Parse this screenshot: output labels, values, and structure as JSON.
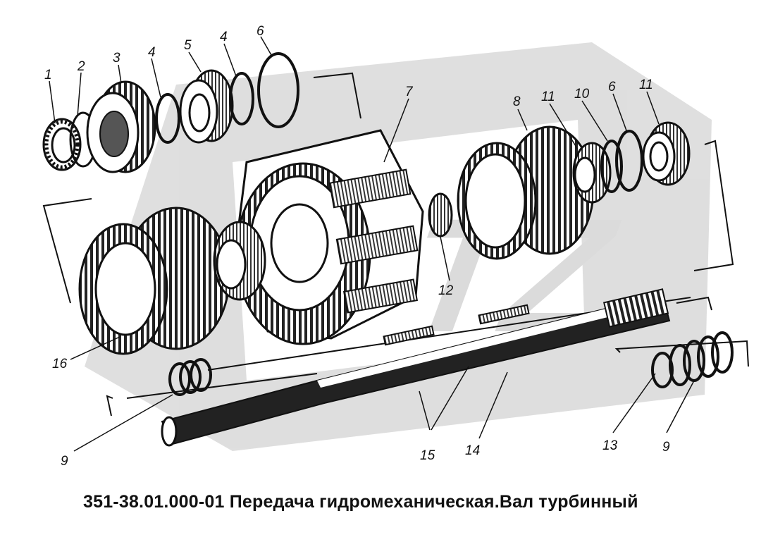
{
  "caption": "351-38.01.000-01 Передача гидромеханическая.Вал турбинный",
  "callouts": {
    "c1": "1",
    "c2": "2",
    "c3": "3",
    "c4a": "4",
    "c5": "5",
    "c4b": "4",
    "c6a": "6",
    "c7": "7",
    "c8": "8",
    "c11a": "11",
    "c10": "10",
    "c6b": "6",
    "c11b": "11",
    "c12": "12",
    "c16": "16",
    "c9a": "9",
    "c15": "15",
    "c14": "14",
    "c13": "13",
    "c9b": "9"
  },
  "watermark_icon": "gear-logo-icon"
}
